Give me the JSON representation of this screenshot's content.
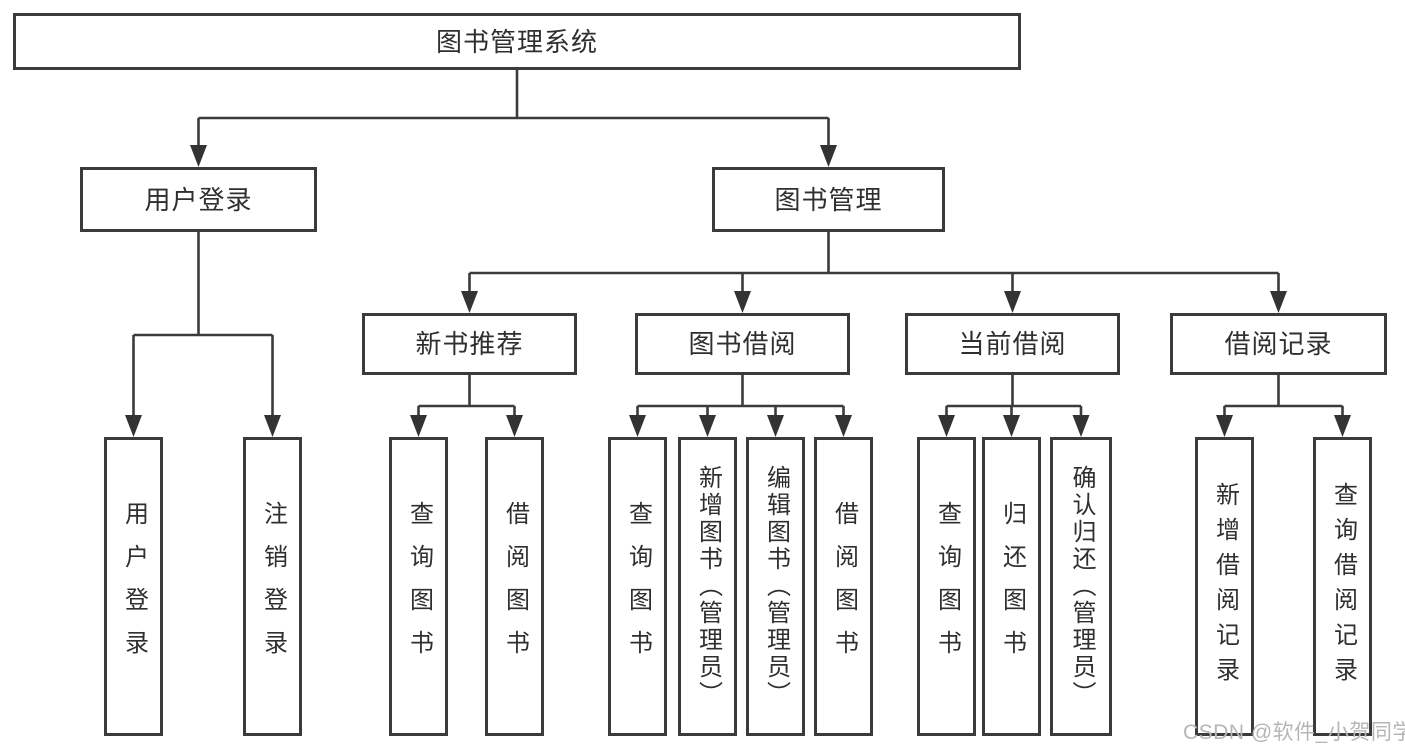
{
  "diagram": {
    "root": "图书管理系统",
    "branches": [
      {
        "label": "用户登录",
        "leaves": [
          "用户登录",
          "注销登录"
        ]
      },
      {
        "label": "图书管理",
        "groups": [
          {
            "label": "新书推荐",
            "leaves": [
              "查询图书",
              "借阅图书"
            ]
          },
          {
            "label": "图书借阅",
            "leaves": [
              "查询图书",
              "新增图书（管理员）",
              "编辑图书（管理员）",
              "借阅图书"
            ]
          },
          {
            "label": "当前借阅",
            "leaves": [
              "查询图书",
              "归还图书",
              "确认归还（管理员）"
            ]
          },
          {
            "label": "借阅记录",
            "leaves": [
              "新增借阅记录",
              "查询借阅记录"
            ]
          }
        ]
      }
    ]
  },
  "watermark": "CSDN @软件_小贺同学",
  "colors": {
    "line": "#3b3b3b",
    "box_border": "#3b3b3b",
    "box_fill": "#ffffff",
    "text": "#2f2f2f",
    "watermark": "#b6b6b6",
    "background": "#ffffff"
  }
}
